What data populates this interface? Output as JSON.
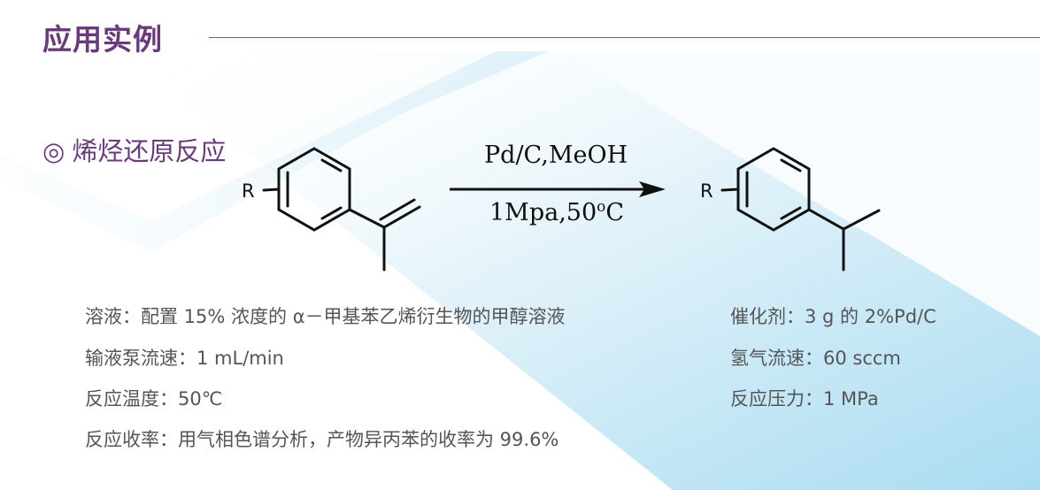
{
  "slide": {
    "title": "应用实例",
    "section_bullet": "◎",
    "section_title": "烯烃还原反应"
  },
  "reaction": {
    "condition_top": "Pd/C,MeOH",
    "condition_bottom": "1Mpa,50",
    "condition_bottom_sup": "o",
    "condition_bottom_end": "C",
    "reactant_substituent": "R",
    "product_substituent": "R"
  },
  "info_left": [
    "溶液：配置 15% 浓度的 α－甲基苯乙烯衍生物的甲醇溶液",
    "输液泵流速：1 mL/min",
    "反应温度：50℃",
    "反应收率：用气相色谱分析，产物异丙苯的收率为 99.6%"
  ],
  "info_right": [
    "催化剂：3 g 的 2%Pd/C",
    "氢气流速：60 sccm",
    "反应压力：1 MPa"
  ],
  "colors": {
    "accent": "#6a3a7c",
    "background_tint": "#bfe3f3"
  }
}
